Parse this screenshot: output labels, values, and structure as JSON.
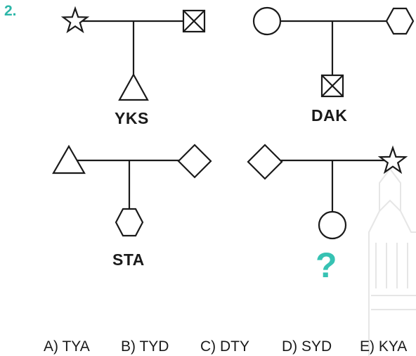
{
  "question_number": "2.",
  "diagrams": [
    {
      "left_parent": "star-icon",
      "right_parent": "crossed-square-icon",
      "child": "triangle-icon",
      "code": "YKS"
    },
    {
      "left_parent": "circle-icon",
      "right_parent": "hexagon-icon",
      "child": "crossed-square-icon",
      "code": "DAK"
    },
    {
      "left_parent": "triangle-icon",
      "right_parent": "diamond-icon",
      "child": "hexagon-icon",
      "code": "STA"
    },
    {
      "left_parent": "diamond-icon",
      "right_parent": "star-icon",
      "child": "circle-icon",
      "code": "?"
    }
  ],
  "question_mark_color": "#36c2b3",
  "number_color": "#2cb6a8",
  "options": [
    {
      "label": "A) TYA"
    },
    {
      "label": "B) TYD"
    },
    {
      "label": "C) DTY"
    },
    {
      "label": "D) SYD"
    },
    {
      "label": "E) KYA"
    }
  ]
}
